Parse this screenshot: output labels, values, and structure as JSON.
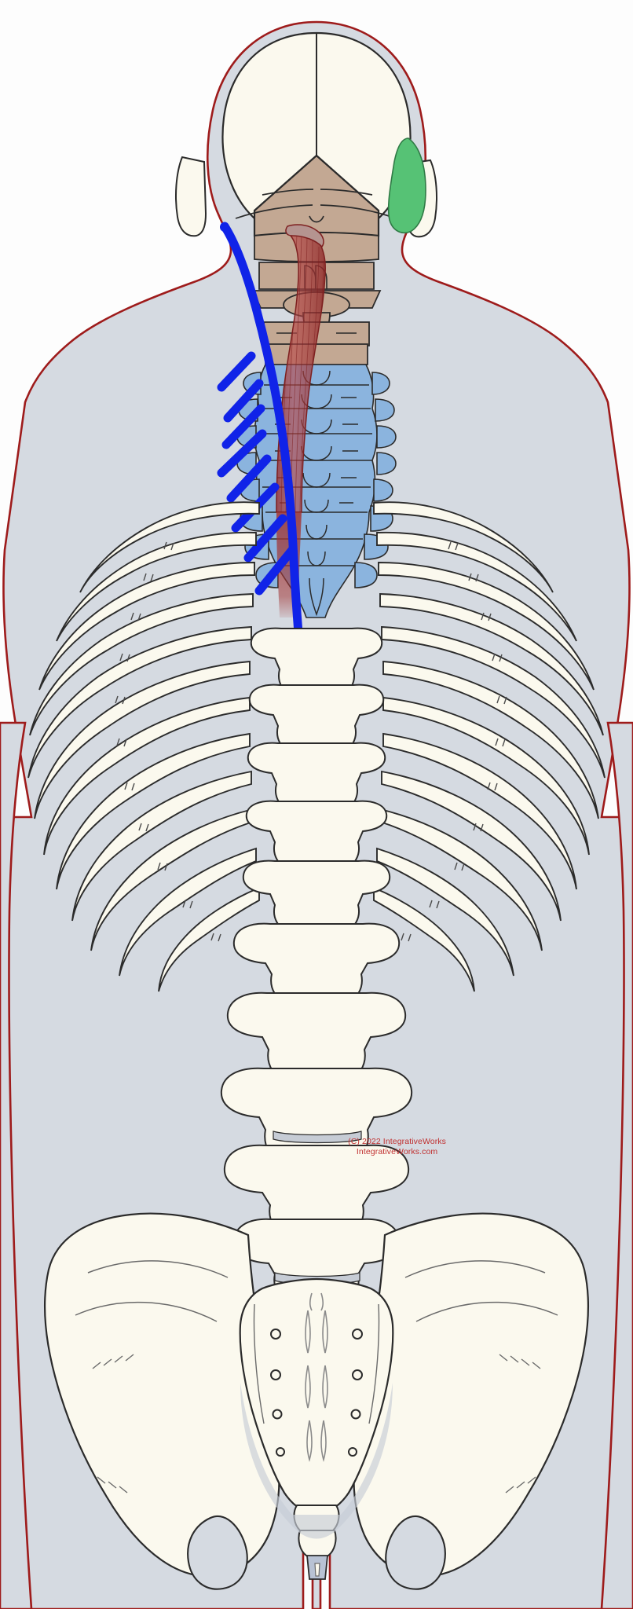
{
  "figure": {
    "title": "Posterior view of the axial skeleton with highlighted cervical muscle attachments",
    "view": "posterior",
    "background_color": "#fdfdfd",
    "body_fill": "#d5dae1",
    "body_outline_color": "#9e1b1b",
    "bone_fill": "#fbf9ee",
    "bone_outline_color": "#2b2b2b",
    "shadow_fill": "#c6ccd5"
  },
  "regions": {
    "skull": {
      "name": "skull-posterior",
      "parietal_fill": "#fbf9ee",
      "occipital_fill": "#c3a893",
      "occipital_outline": "#2b2b2b",
      "sagittal_suture_color": "#2b2b2b",
      "lambdoid_suture_color": "#2b2b2b"
    },
    "cervical_spine": {
      "name": "cervical-vertebrae",
      "upper_fill": "#c3a893",
      "lower_highlight_fill": "#8bb4de",
      "levels_plain": [
        "C1",
        "C2",
        "C3",
        "C4"
      ],
      "levels_highlighted": [
        "C5",
        "C6",
        "C7",
        "T1",
        "T2",
        "T3",
        "T4",
        "T5",
        "T6"
      ]
    },
    "thoracic_spine": {
      "name": "thoracic-vertebrae",
      "fill": "#fbf9ee",
      "count": 12
    },
    "lumbar_spine": {
      "name": "lumbar-vertebrae",
      "fill": "#fbf9ee",
      "count": 5
    },
    "rib_cage": {
      "name": "rib-cage",
      "fill": "#fbf9ee",
      "pairs": 12
    },
    "pelvis": {
      "name": "pelvis",
      "fill": "#fbf9ee",
      "sacral_foramina_pairs": 4
    },
    "sacrum": {
      "name": "sacrum",
      "fill": "#fbf9ee"
    },
    "coccyx": {
      "name": "coccyx",
      "fill": "#b8c2d4"
    }
  },
  "highlights": [
    {
      "id": "blue-muscle",
      "name": "semispinalis-cervicis-highlight",
      "color": "#1023e8",
      "style": "solid stroke with diagonal fascicle branches",
      "origin": "occiput / mastoid region",
      "insertion": "cervical and upper thoracic transverse processes",
      "branch_count": 7
    },
    {
      "id": "red-muscle",
      "name": "splenius-capitis-highlight",
      "color": "#a83232",
      "opacity": 0.62,
      "style": "translucent striated band",
      "origin": "mastoid process / occiput",
      "insertion": "upper thoracic spinous processes"
    },
    {
      "id": "green-attachment",
      "name": "occipital-attachment-highlight",
      "color": "#56c275",
      "style": "filled attachment patch",
      "location": "right lateral occiput / mastoid"
    }
  ],
  "annotations": {
    "copyright_line_1": "(C) 2022 IntegrativeWorks",
    "copyright_line_2": "IntegrativeWorks.com",
    "copyright_color": "#c03030"
  }
}
